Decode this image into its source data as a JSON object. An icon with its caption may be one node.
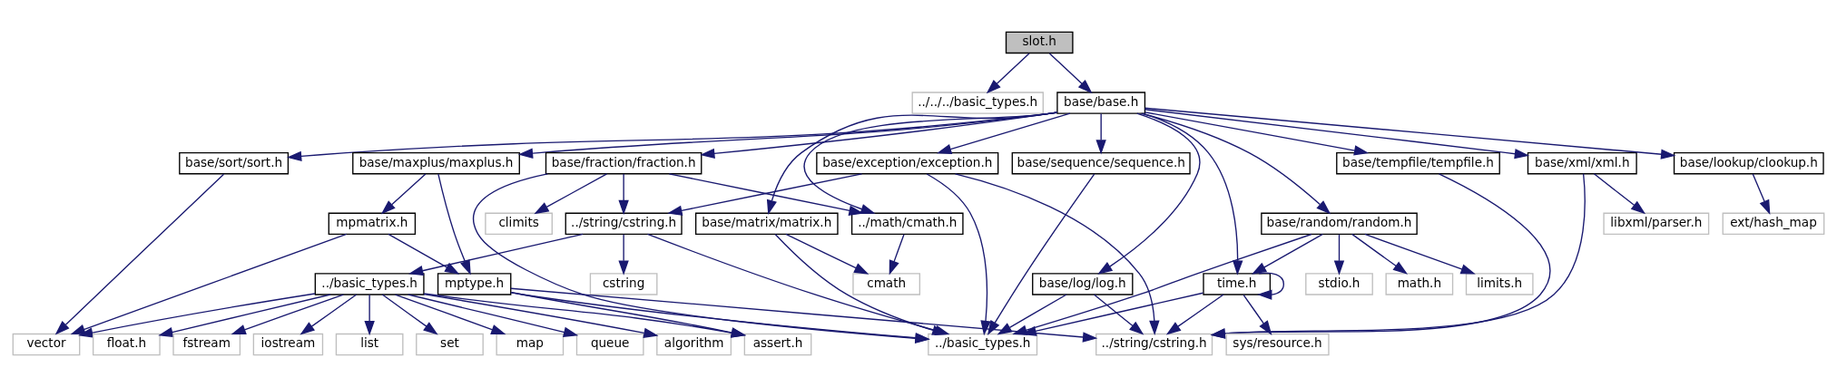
{
  "diagram": {
    "nodes": [
      {
        "text": [
          "slot.h"
        ]
      },
      {
        "text": [
          "../../../basic_types.h"
        ]
      },
      {
        "text": [
          "base/base.h"
        ]
      },
      {
        "text": [
          "base/sort/sort.h"
        ]
      },
      {
        "text": [
          "base/maxplus/maxplus.h"
        ]
      },
      {
        "text": [
          "base/fraction/fraction.h"
        ]
      },
      {
        "text": [
          "base/exception/exception.h"
        ]
      },
      {
        "text": [
          "base/sequence/sequence.h"
        ]
      },
      {
        "text": [
          "base/tempfile/tempfile.h"
        ]
      },
      {
        "text": [
          "base/xml/xml.h"
        ]
      },
      {
        "text": [
          "base/lookup/clookup.h"
        ]
      },
      {
        "text": [
          "mpmatrix.h"
        ]
      },
      {
        "text": [
          "base/matrix/matrix.h"
        ]
      },
      {
        "text": [
          "../math/cmath.h"
        ]
      },
      {
        "text": [
          "climits"
        ]
      },
      {
        "text": [
          "../string/cstring.h"
        ]
      },
      {
        "text": [
          "base/random/random.h"
        ]
      },
      {
        "text": [
          "libxml/parser.h"
        ]
      },
      {
        "text": [
          "ext/hash_map"
        ]
      },
      {
        "text": [
          "../basic_types.h"
        ]
      },
      {
        "text": [
          "mptype.h"
        ]
      },
      {
        "text": [
          "cmath"
        ]
      },
      {
        "text": [
          "cstring"
        ]
      },
      {
        "text": [
          "base/log/log.h"
        ]
      },
      {
        "text": [
          "stdio.h"
        ]
      },
      {
        "text": [
          "math.h"
        ]
      },
      {
        "text": [
          "limits.h"
        ]
      },
      {
        "text": [
          "time.h"
        ]
      },
      {
        "text": [
          "vector"
        ]
      },
      {
        "text": [
          "list"
        ]
      },
      {
        "text": [
          "set"
        ]
      },
      {
        "text": [
          "map"
        ]
      },
      {
        "text": [
          "queue"
        ]
      },
      {
        "text": [
          "algorithm"
        ]
      },
      {
        "text": [
          "float.h"
        ]
      },
      {
        "text": [
          "fstream"
        ]
      },
      {
        "text": [
          "assert.h"
        ]
      },
      {
        "text": [
          "iostream"
        ]
      },
      {
        "text": [
          "../basic_types.h"
        ]
      },
      {
        "text": [
          "../string/cstring.h"
        ]
      },
      {
        "text": [
          "sys/resource.h"
        ]
      }
    ],
    "edges": [
      {
        "from": 0,
        "to": 1,
        "arrow": "to"
      },
      {
        "from": 0,
        "to": 2,
        "arrow": "to"
      },
      {
        "from": 2,
        "to": 3,
        "arrow": "to"
      },
      {
        "from": 2,
        "to": 4,
        "arrow": "to"
      },
      {
        "from": 2,
        "to": 5,
        "arrow": "to"
      },
      {
        "from": 2,
        "to": 6,
        "arrow": "to"
      },
      {
        "from": 2,
        "to": 7,
        "arrow": "to"
      },
      {
        "from": 2,
        "to": 8,
        "arrow": "to"
      },
      {
        "from": 2,
        "to": 9,
        "arrow": "to"
      },
      {
        "from": 2,
        "to": 10,
        "arrow": "to"
      },
      {
        "from": 2,
        "to": 12,
        "arrow": "to"
      },
      {
        "from": 2,
        "to": 13,
        "arrow": "to"
      },
      {
        "from": 2,
        "to": 16,
        "arrow": "to"
      },
      {
        "from": 2,
        "to": 23,
        "arrow": "to"
      },
      {
        "from": 2,
        "to": 27,
        "arrow": "to"
      },
      {
        "from": 3,
        "to": 28,
        "arrow": "to"
      },
      {
        "from": 4,
        "to": 11,
        "arrow": "to"
      },
      {
        "from": 4,
        "to": 20,
        "arrow": "to"
      },
      {
        "from": 5,
        "to": 13,
        "arrow": "to"
      },
      {
        "from": 5,
        "to": 14,
        "arrow": "to"
      },
      {
        "from": 5,
        "to": 15,
        "arrow": "to"
      },
      {
        "from": 5,
        "to": 38,
        "arrow": "to"
      },
      {
        "from": 6,
        "to": 15,
        "arrow": "to"
      },
      {
        "from": 6,
        "to": 38,
        "arrow": "to"
      },
      {
        "from": 6,
        "to": 39,
        "arrow": "to"
      },
      {
        "from": 7,
        "to": 38,
        "arrow": "to"
      },
      {
        "from": 8,
        "to": 39,
        "arrow": "to"
      },
      {
        "from": 9,
        "to": 17,
        "arrow": "to"
      },
      {
        "from": 9,
        "to": 39,
        "arrow": "to"
      },
      {
        "from": 10,
        "to": 18,
        "arrow": "to"
      },
      {
        "from": 11,
        "to": 28,
        "arrow": "to"
      },
      {
        "from": 11,
        "to": 20,
        "arrow": "to"
      },
      {
        "from": 12,
        "to": 21,
        "arrow": "to"
      },
      {
        "from": 12,
        "to": 38,
        "arrow": "to"
      },
      {
        "from": 13,
        "to": 21,
        "arrow": "to"
      },
      {
        "from": 15,
        "to": 19,
        "arrow": "to"
      },
      {
        "from": 15,
        "to": 22,
        "arrow": "to"
      },
      {
        "from": 15,
        "to": 38,
        "arrow": "to"
      },
      {
        "from": 16,
        "to": 38,
        "arrow": "to"
      },
      {
        "from": 16,
        "to": 24,
        "arrow": "to"
      },
      {
        "from": 16,
        "to": 25,
        "arrow": "to"
      },
      {
        "from": 16,
        "to": 26,
        "arrow": "to"
      },
      {
        "from": 16,
        "to": 27,
        "arrow": "to"
      },
      {
        "from": 23,
        "to": 38,
        "arrow": "to"
      },
      {
        "from": 23,
        "to": 39,
        "arrow": "to"
      },
      {
        "from": 27,
        "to": 27,
        "arrow": "to"
      },
      {
        "from": 27,
        "to": 38,
        "arrow": "to"
      },
      {
        "from": 27,
        "to": 39,
        "arrow": "to"
      },
      {
        "from": 27,
        "to": 40,
        "arrow": "to"
      },
      {
        "from": 19,
        "to": 28,
        "arrow": "to"
      },
      {
        "from": 19,
        "to": 29,
        "arrow": "to"
      },
      {
        "from": 19,
        "to": 30,
        "arrow": "to"
      },
      {
        "from": 19,
        "to": 31,
        "arrow": "to"
      },
      {
        "from": 19,
        "to": 32,
        "arrow": "to"
      },
      {
        "from": 19,
        "to": 33,
        "arrow": "to"
      },
      {
        "from": 19,
        "to": 34,
        "arrow": "to"
      },
      {
        "from": 19,
        "to": 35,
        "arrow": "to"
      },
      {
        "from": 19,
        "to": 36,
        "arrow": "to"
      },
      {
        "from": 19,
        "to": 37,
        "arrow": "to"
      },
      {
        "from": 20,
        "to": 36,
        "arrow": "to"
      },
      {
        "from": 20,
        "to": 38,
        "arrow": "to"
      },
      {
        "from": 20,
        "to": 39,
        "arrow": "to"
      }
    ]
  }
}
